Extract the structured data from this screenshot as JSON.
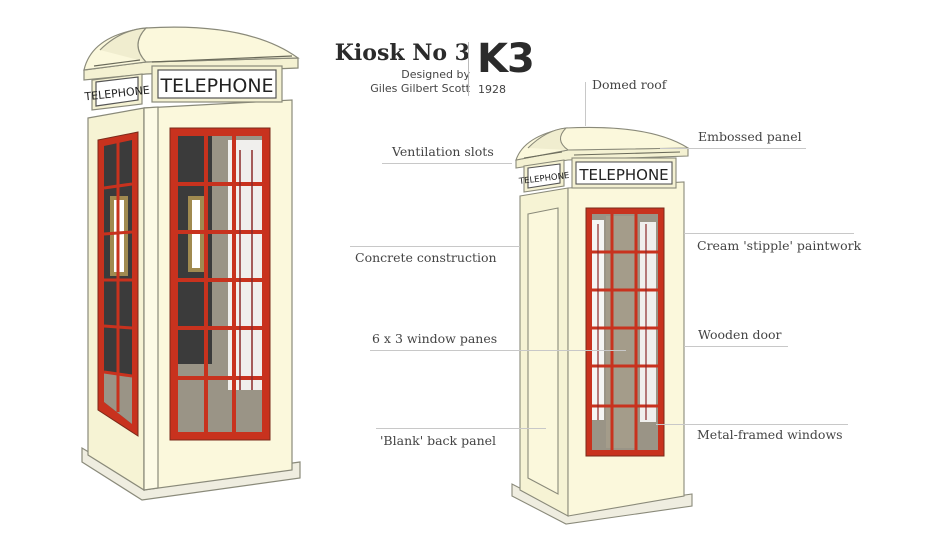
{
  "header": {
    "title": "Kiosk No 3",
    "designed_by": "Designed by",
    "designer": "Giles Gilbert Scott",
    "model": "K3",
    "year": "1928"
  },
  "signs": {
    "front": "TELEPHONE",
    "side": "TELEPHONE"
  },
  "labels": {
    "domed_roof": "Domed roof",
    "embossed_panel": "Embossed panel",
    "ventilation_slots": "Ventilation slots",
    "concrete_construction": "Concrete construction",
    "paintwork": "Cream 'stipple' paintwork",
    "window_panes": "6 x 3 window panes",
    "wooden_door": "Wooden door",
    "back_panel": "'Blank' back panel",
    "metal_windows": "Metal-framed windows"
  },
  "colors": {
    "cream": "#fbf8dc",
    "outline": "#8a8a7a",
    "window_frame": "#c8321e",
    "glazing_bars": "#8b2a2a",
    "interior_dark": "#3b3b3b",
    "interior_gray": "#9a9486",
    "door_wood": "#a08a50"
  }
}
